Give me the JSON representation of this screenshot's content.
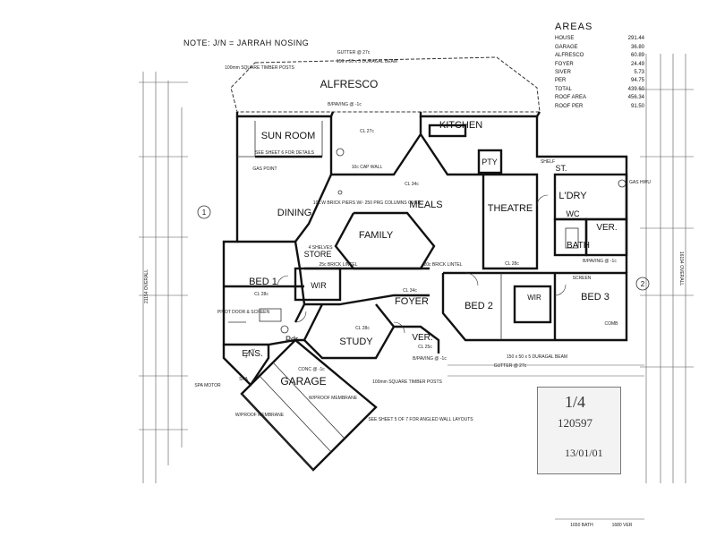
{
  "note": "NOTE: J/N = JARRAH NOSING",
  "areas": {
    "title": "AREAS",
    "rows": [
      {
        "label": "HOUSE",
        "value": "291.44"
      },
      {
        "label": "GARAGE",
        "value": "36.80"
      },
      {
        "label": "ALFRESCO",
        "value": "60.89"
      },
      {
        "label": "FOYER",
        "value": "24.49"
      },
      {
        "label": "SIVER",
        "value": "5.73"
      },
      {
        "label": "PER",
        "value": "94.75"
      },
      {
        "label": "TOTAL",
        "value": "439.60"
      },
      {
        "label": "ROOF AREA",
        "value": "456.34"
      },
      {
        "label": "ROOF PER",
        "value": "91.50"
      }
    ]
  },
  "rooms": {
    "alfresco": "ALFRESCO",
    "kitchen": "KITCHEN",
    "sun_room": "SUN ROOM",
    "dining": "DINING",
    "meals": "MEALS",
    "family": "FAMILY",
    "theatre": "THEATRE",
    "ldry": "L'DRY",
    "bath": "BATH",
    "pty": "PTY",
    "store": "STORE",
    "bed1": "BED 1",
    "wir1": "WIR",
    "foyer": "FOYER",
    "bed2": "BED 2",
    "wir2": "WIR",
    "bed3": "BED 3",
    "study": "STUDY",
    "ver1": "VER.",
    "ver2": "VER.",
    "ens": "ENS.",
    "pdr": "Pdr",
    "garage": "GARAGE",
    "wc": "WC",
    "st": "ST."
  },
  "labels": {
    "gutter_top": "GUTTER @ 27c",
    "beam_top": "150 x 50 x 5 DURAGAL BEAM",
    "posts_top": "100mm SQUARE TIMBER POSTS",
    "sun_note": "SEE SHEET 6 FOR DETAILS",
    "gas_point": "GAS POINT",
    "cap_wall": "10c CAP WALL",
    "brick_piers": "10c.W BRICK PIERS W/- 250 PRG COLUMNS OVER",
    "brick_lintel1": "25c BRICK LINTEL",
    "brick_lintel2": "20c BRICK LINTEL",
    "cl_28c_1": "CL 28c",
    "cl_28c_2": "CL 28c",
    "cl_28c_3": "CL 28c",
    "cl_34c": "CL 34c",
    "cl_25c": "CL 25c",
    "cl_27c": "CL 27c",
    "pivot_door": "PIVOT DOOR & SCREEN",
    "spa_motor": "SPA MOTOR",
    "spa": "SPA",
    "conc": "CONC @ -1c",
    "wproof1": "W/PROOF MEMBRANE",
    "wproof2": "W/PROOF MEMBRANE",
    "beam_bottom": "150 x 50 x 5 DURAGAL BEAM",
    "posts_bottom": "100mm SQUARE TIMBER POSTS",
    "sheet5": "SEE SHEET 5 OF 7 FOR ANGLED WALL LAYOUTS",
    "gutter_bottom": "GUTTER @ 27c",
    "bpaving1": "B/PAVING @ -1c",
    "bpaving2": "B/PAVING @ -1c",
    "bpaving3": "B/PAVING @ -1c",
    "shelves": "4 SHELVES",
    "screen": "SCREEN",
    "comb": "COMB",
    "shelf": "SHELF",
    "gas_hwu": "GAS HWU",
    "marker1": "1",
    "marker2": "2",
    "dim_left_overall": "21154 OVERALL",
    "dim_right_overall": "16194 OVERALL",
    "dim_bottom_bath": "1650 BATH",
    "dim_bottom_bath2": "1680 VER"
  },
  "stamp": {
    "line1": "1/4",
    "line2": "120597",
    "line3": "13/01/01"
  }
}
